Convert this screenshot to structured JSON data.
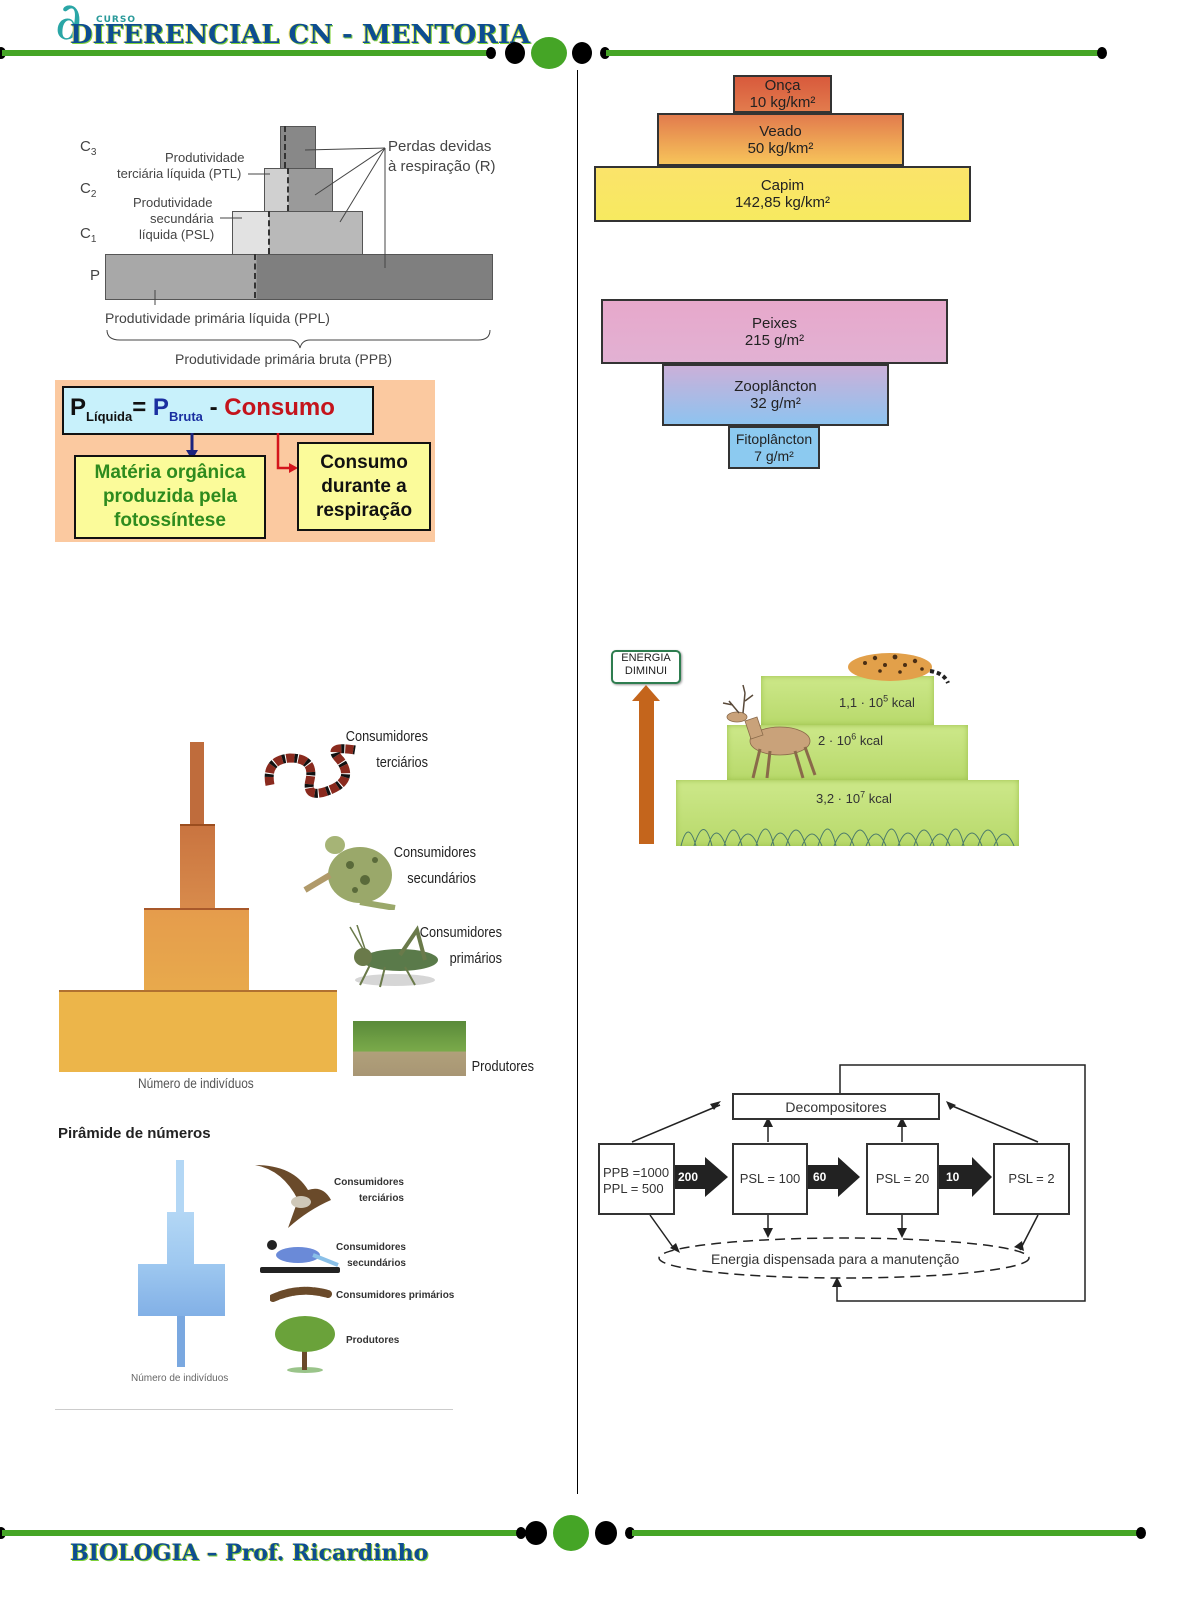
{
  "header": {
    "brand_curso": "CURSO",
    "brand_title": "DIFERENCIAL CN - MENTORIA",
    "logo_glyph": "∂"
  },
  "footer": {
    "title": "BIOLOGIA – Prof. Ricardinho"
  },
  "colors": {
    "accent_green": "#45a526",
    "brand_blue": "#0e4d92"
  },
  "productivity_diagram": {
    "levels": [
      "C3",
      "C2",
      "C1",
      "P"
    ],
    "label_ptl_line1": "Produtividade",
    "label_ptl_line2": "terciária líquida (PTL)",
    "label_psl_line1": "Produtividade",
    "label_psl_line2": "secundária",
    "label_psl_line3": "líquida (PSL)",
    "label_losses_line1": "Perdas devidas",
    "label_losses_line2": "à respiração (R)",
    "label_ppl": "Produtividade primária líquida (PPL)",
    "label_ppb": "Produtividade primária bruta (PPB)"
  },
  "equation": {
    "p_liquida": "P",
    "sub_liquida": "Líquida",
    "equals": "=",
    "p_bruta": "P",
    "sub_bruta": "Bruta",
    "minus": "-",
    "consumo": "Consumo",
    "box_left": "Matéria orgânica produzida pela fotossíntese",
    "box_right": "Consumo durante a respiração"
  },
  "biomass_pyramid_land": [
    {
      "name": "Onça",
      "value": "10 kg/km²"
    },
    {
      "name": "Veado",
      "value": "50 kg/km²"
    },
    {
      "name": "Capim",
      "value": "142,85 kg/km²"
    }
  ],
  "biomass_pyramid_sea": [
    {
      "name": "Peixes",
      "value": "215 g/m²"
    },
    {
      "name": "Zooplâncton",
      "value": "32 g/m²"
    },
    {
      "name": "Fitoplâncton",
      "value": "7 g/m²"
    }
  ],
  "energy_pyramid": {
    "badge_line1": "ENERGIA",
    "badge_line2": "DIMINUI",
    "levels": [
      {
        "mantissa": "1,1 · 10",
        "exp": "5",
        "unit": " kcal"
      },
      {
        "mantissa": "2 · 10",
        "exp": "6",
        "unit": " kcal"
      },
      {
        "mantissa": "3,2 · 10",
        "exp": "7",
        "unit": " kcal"
      }
    ]
  },
  "number_pyramid_1": {
    "labels": [
      {
        "line1": "Consumidores",
        "line2": "terciários"
      },
      {
        "line1": "Consumidores",
        "line2": "secundários"
      },
      {
        "line1": "Consumidores",
        "line2": "primários"
      },
      {
        "line1": "Produtores",
        "line2": ""
      }
    ],
    "axis_label": "Número de indivíduos"
  },
  "number_pyramid_2": {
    "title": "Pirâmide de números",
    "labels": [
      {
        "line1": "Consumidores",
        "line2": "terciários"
      },
      {
        "line1": "Consumidores",
        "line2": "secundários"
      },
      {
        "line1": "Consumidores primários",
        "line2": ""
      },
      {
        "line1": "Produtores",
        "line2": ""
      }
    ],
    "axis_label": "Número de indivíduos"
  },
  "energy_flow": {
    "decomposers": "Decompositores",
    "box1_line1": "PPB =1000",
    "box1_line2": "PPL = 500",
    "arrow1": "200",
    "box2": "PSL = 100",
    "arrow2": "60",
    "box3": "PSL = 20",
    "arrow3": "10",
    "box4": "PSL = 2",
    "maintenance": "Energia dispensada para a manutenção"
  }
}
